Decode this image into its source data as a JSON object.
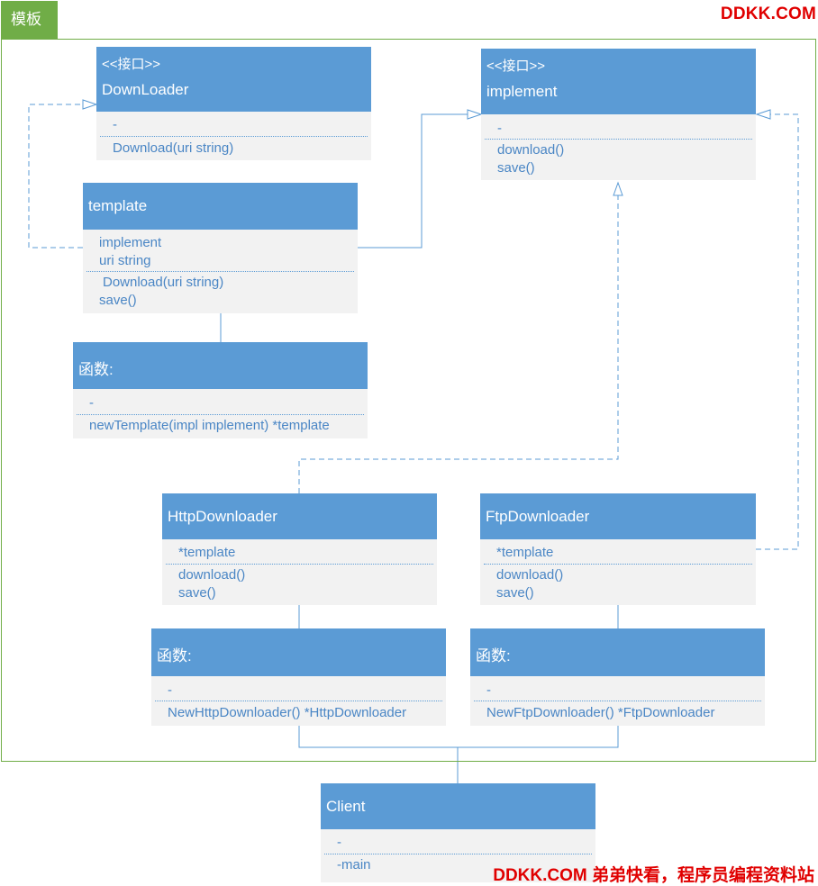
{
  "frame_label": "模板",
  "watermark_top": "DDKK.COM",
  "watermark_bottom": "DDKK.COM 弟弟快看，程序员编程资料站",
  "colors": {
    "header": "#5b9bd5",
    "body": "#f2f2f2",
    "frame": "#70ad47",
    "watermark": "#e00000",
    "connector": "#5b9bd5"
  },
  "boxes": {
    "downloader": {
      "stereotype": "<<接口>>",
      "name": "DownLoader",
      "attributes": [
        "-"
      ],
      "methods": [
        "Download(uri string)"
      ]
    },
    "implement": {
      "stereotype": "<<接口>>",
      "name": "implement",
      "attributes": [
        "-"
      ],
      "methods": [
        "download()",
        "save()"
      ]
    },
    "template": {
      "name": "template",
      "attributes": [
        "implement",
        "uri string"
      ],
      "methods": [
        "Download(uri string)",
        "save()"
      ]
    },
    "template_funcs": {
      "name": "函数:",
      "attributes": [
        "-"
      ],
      "methods": [
        "newTemplate(impl implement) *template"
      ]
    },
    "http_downloader": {
      "name": "HttpDownloader",
      "attributes": [
        "*template"
      ],
      "methods": [
        "download()",
        "save()"
      ]
    },
    "ftp_downloader": {
      "name": "FtpDownloader",
      "attributes": [
        "*template"
      ],
      "methods": [
        "download()",
        "save()"
      ]
    },
    "http_funcs": {
      "name": "函数:",
      "attributes": [
        "-"
      ],
      "methods": [
        "NewHttpDownloader() *HttpDownloader"
      ]
    },
    "ftp_funcs": {
      "name": "函数:",
      "attributes": [
        "-"
      ],
      "methods": [
        "NewFtpDownloader() *FtpDownloader"
      ]
    },
    "client": {
      "name": "Client",
      "attributes": [
        "-"
      ],
      "methods": [
        "-main"
      ]
    }
  }
}
